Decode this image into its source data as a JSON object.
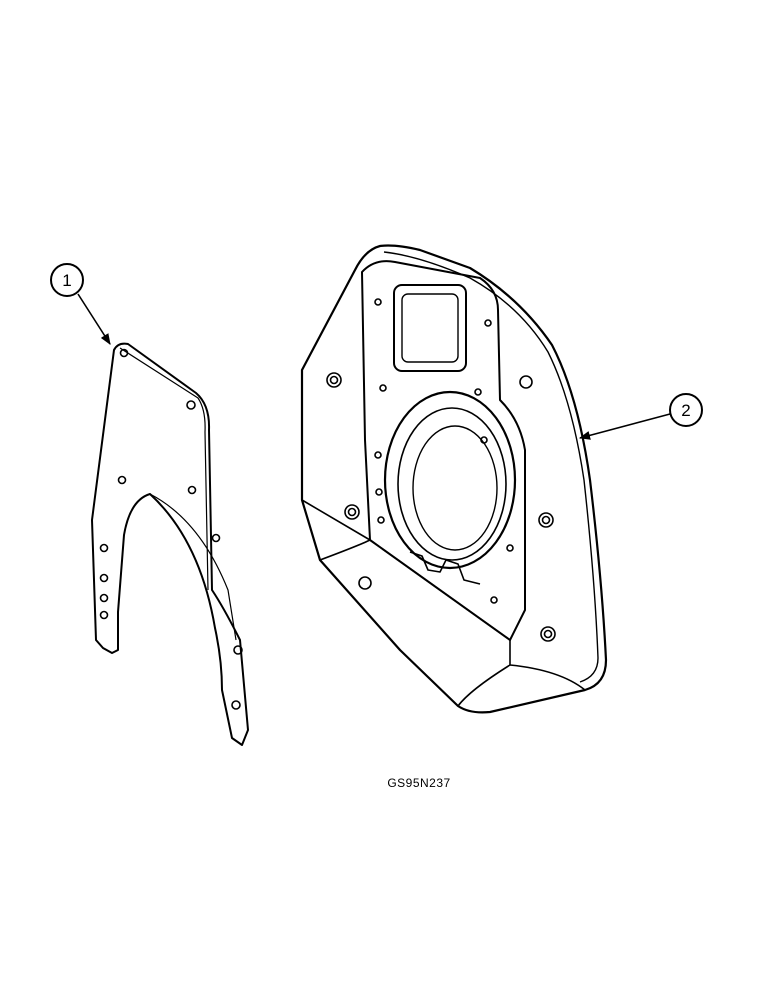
{
  "figure": {
    "code": "GS95N237",
    "callouts": [
      {
        "number": "1"
      },
      {
        "number": "2"
      }
    ]
  }
}
